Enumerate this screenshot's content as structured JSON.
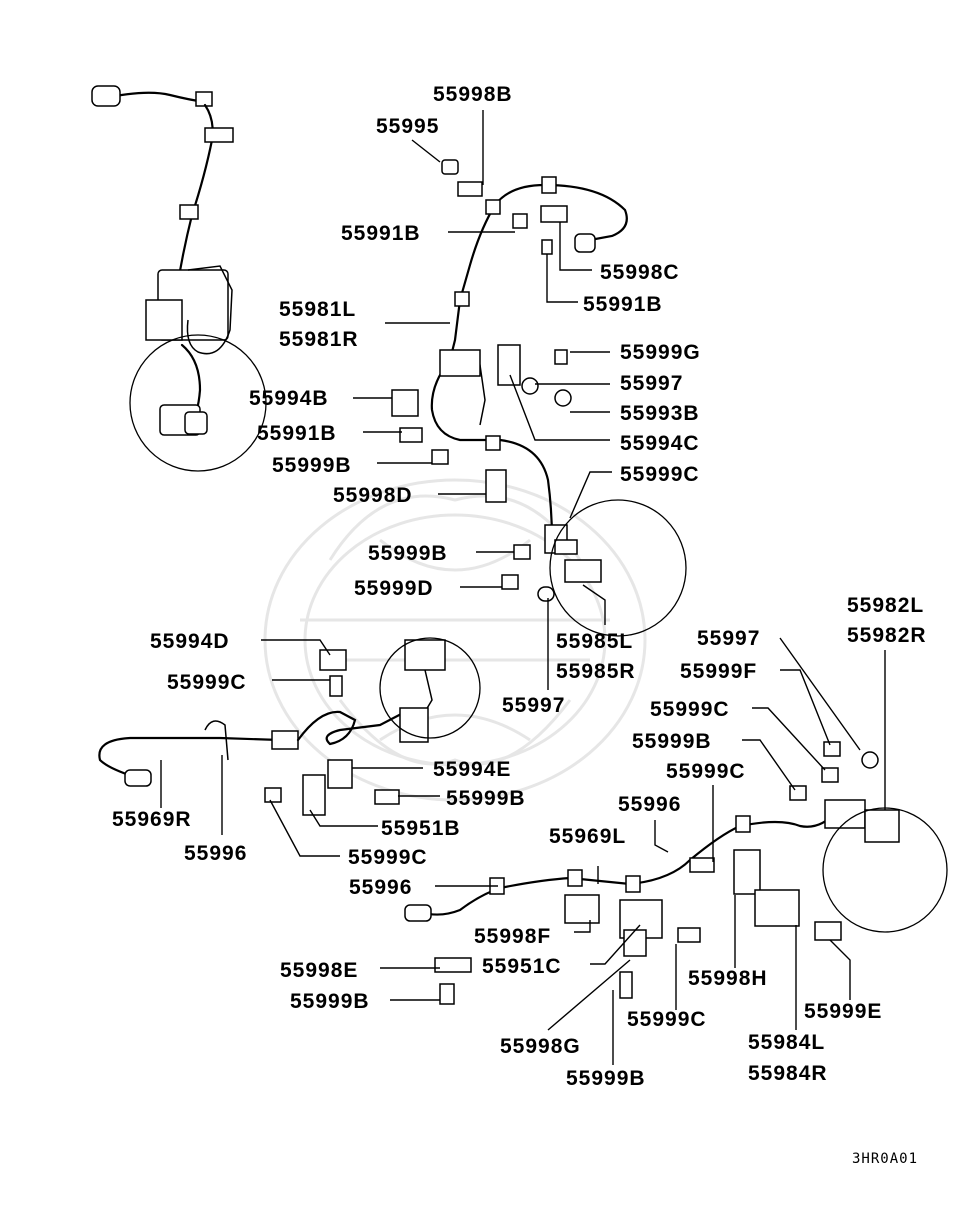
{
  "diagram": {
    "code": "3HR0A01",
    "labels": {
      "l55998B_top": "55998B",
      "l55995": "55995",
      "l55991B_a": "55991B",
      "l55998C": "55998C",
      "l55991B_b": "55991B",
      "l55981L": "55981L",
      "l55981R": "55981R",
      "l55999G": "55999G",
      "l55994B": "55994B",
      "l55997_a": "55997",
      "l55993B": "55993B",
      "l55991B_c": "55991B",
      "l55994C": "55994C",
      "l55999B_a": "55999B",
      "l55999C_a": "55999C",
      "l55998D": "55998D",
      "l55999B_b": "55999B",
      "l55999D": "55999D",
      "l55982L": "55982L",
      "l55982R": "55982R",
      "l55994D": "55994D",
      "l55985L": "55985L",
      "l55985R": "55985R",
      "l55997_b": "55997",
      "l55999C_b": "55999C",
      "l55997_c": "55997",
      "l55999F": "55999F",
      "l55999C_c": "55999C",
      "l55999B_c": "55999B",
      "l55994E": "55994E",
      "l55999C_d": "55999C",
      "l55999B_d": "55999B",
      "l55969R": "55969R",
      "l55951B": "55951B",
      "l55996_a": "55996",
      "l55996_b": "55996",
      "l55969L": "55969L",
      "l55999C_e": "55999C",
      "l55996_c": "55996",
      "l55998F": "55998F",
      "l55998E": "55998E",
      "l55951C": "55951C",
      "l55998H": "55998H",
      "l55999B_e": "55999B",
      "l55999E": "55999E",
      "l55999C_f": "55999C",
      "l55998G": "55998G",
      "l55984L": "55984L",
      "l55984R": "55984R",
      "l55999B_f": "55999B"
    }
  }
}
